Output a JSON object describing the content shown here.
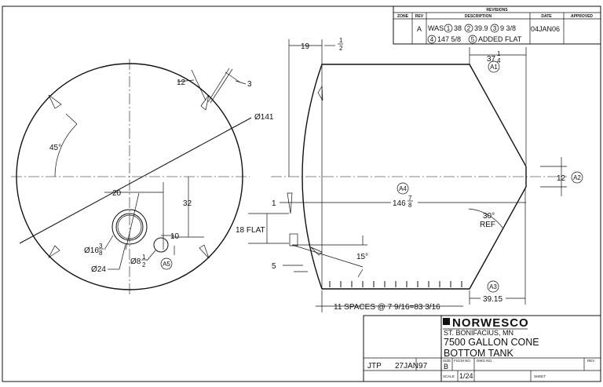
{
  "revisions": {
    "title": "REVISIONS",
    "headers": {
      "zone": "ZONE",
      "rev": "REV",
      "description": "DESCRIPTION",
      "date": "DATE",
      "approved": "APPROVED"
    },
    "row": {
      "rev": "A",
      "line1": {
        "was": "WAS",
        "n1": "1",
        "v1": "38",
        "n2": "2",
        "v2": "39.9",
        "n3": "3",
        "v3": "9 3/8"
      },
      "line2": {
        "n4": "4",
        "v4": "147 5/8",
        "n5": "5",
        "v5": "ADDED FLAT"
      },
      "date": "04JAN06"
    }
  },
  "left_view": {
    "dim_12": "12",
    "dim_3": "3",
    "dia_141": "Ø141",
    "angle_45": "45°",
    "dim_20": "20",
    "dim_32": "32",
    "dim_10": "10",
    "dia_16": {
      "main": "Ø16",
      "num": "3",
      "den": "8"
    },
    "dia_8": {
      "main": "Ø8",
      "num": "1",
      "den": "2"
    },
    "dia_24": "Ø24",
    "callout_a5": "A5"
  },
  "side_view": {
    "dim_19": "19",
    "dim_1_half": {
      "num": "1",
      "den": "2"
    },
    "dim_37": {
      "main": "37",
      "num": "1",
      "den": "4"
    },
    "callout_a1": "A1",
    "dim_12_right": "12",
    "callout_a2": "A2",
    "callout_a4": "A4",
    "dim_1": "1",
    "dim_146": {
      "main": "146",
      "num": "7",
      "den": "8"
    },
    "angle_30": "30°",
    "ref": "REF",
    "flat": "18 FLAT",
    "angle_15": "15°",
    "dim_5": "5",
    "callout_a3": "A3",
    "dim_39": "39.15",
    "spaces": "11 SPACES @ 7 9/16=83 3/16"
  },
  "title_block": {
    "logo": "NORWESCO",
    "location": "ST. BONIFACIUS, MN",
    "title_line1": "7500 GALLON CONE",
    "title_line2": "BOTTOM TANK",
    "drawn_by": "JTP",
    "drawn_date": "27JAN97",
    "size_label": "SIZE",
    "size_value": "B",
    "fscm_label": "FSCM NO.",
    "dwg_label": "DWG NO.",
    "rev_label": "REV",
    "scale_label": "SCALE",
    "scale_value": "1/24",
    "sheet_label": "SHEET"
  }
}
